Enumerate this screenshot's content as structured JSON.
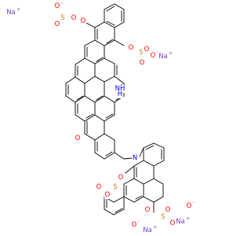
{
  "colors": {
    "background": "#ffffff",
    "bond": "#000000",
    "oxygen": "#ff0000",
    "sulfur": "#b8860b",
    "nitrogen": "#0000ff",
    "sodium": "#6f3fbf"
  },
  "atom_groups": [
    {
      "text": "Na",
      "element": "sodium",
      "charge": "+"
    },
    {
      "text": "O",
      "element": "oxygen",
      "charge": "-"
    },
    {
      "text": "S",
      "element": "sulfur"
    },
    {
      "text": "O",
      "element": "oxygen"
    },
    {
      "text": "O",
      "element": "oxygen"
    },
    {
      "text": "O",
      "element": "oxygen"
    },
    {
      "text": "O",
      "element": "oxygen"
    },
    {
      "text": "S",
      "element": "sulfur"
    },
    {
      "text": "O",
      "element": "oxygen"
    },
    {
      "text": "O",
      "element": "oxygen"
    },
    {
      "text": "O",
      "element": "oxygen",
      "charge": "-"
    },
    {
      "text": "Na",
      "element": "sodium",
      "charge": "+"
    },
    {
      "text": "NH",
      "element": "nitrogen"
    },
    {
      "text": "O",
      "element": "oxygen"
    },
    {
      "text": "H",
      "element": "nitrogen"
    },
    {
      "text": "N",
      "element": "nitrogen"
    },
    {
      "text": "O",
      "element": "oxygen"
    },
    {
      "text": "S",
      "element": "sulfur"
    },
    {
      "text": "O",
      "element": "oxygen"
    },
    {
      "text": "O",
      "element": "oxygen"
    },
    {
      "text": "O",
      "element": "oxygen",
      "charge": "-"
    },
    {
      "text": "Na",
      "element": "sodium",
      "charge": "+"
    },
    {
      "text": "O",
      "element": "oxygen"
    },
    {
      "text": "S",
      "element": "sulfur"
    },
    {
      "text": "O",
      "element": "oxygen"
    },
    {
      "text": "O",
      "element": "oxygen"
    },
    {
      "text": "O",
      "element": "oxygen",
      "charge": "-"
    },
    {
      "text": "Na",
      "element": "sodium",
      "charge": "+"
    }
  ]
}
